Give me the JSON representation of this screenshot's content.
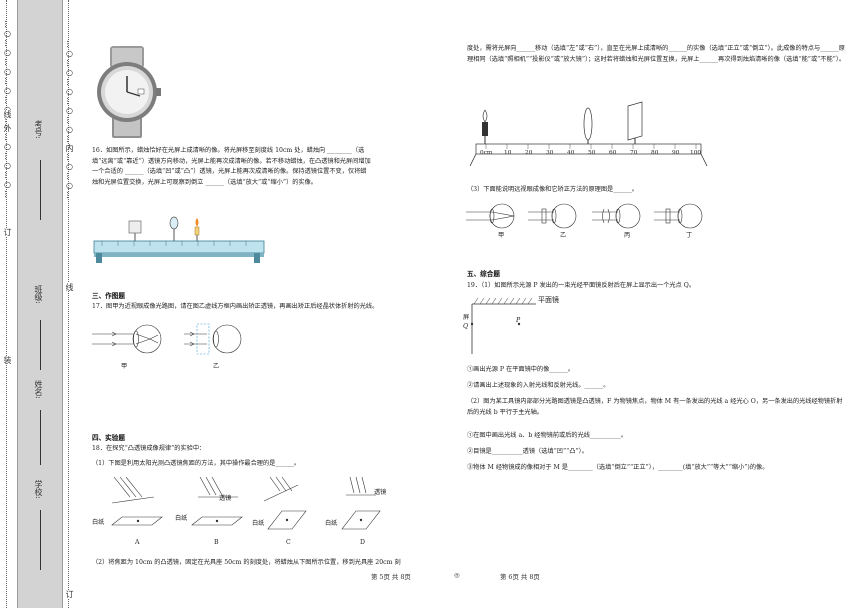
{
  "gutter": {
    "outer_text": "…○…○…○…○…○…外…○…○…○…",
    "inner_text": "…○…○…○…○…○…内…○…○…",
    "bind_labels": {
      "zhuang": "装",
      "ding": "订",
      "xian": "线"
    },
    "fields": {
      "school": "学校:",
      "name": "姓名:",
      "class": "班级:",
      "number": "考号:"
    }
  },
  "left": {
    "q16": "16．如图所示，蜡烛恰好在光屏上成清晰的像。将光屏移至刻度线 10cm 处，蜡烛向 ________（选填“远离”或“靠近”）透镜方向移动，光屏上能再次成清晰的像。若不移动蜡烛，在凸透镜和光屏间增加一个合适的 ______（选填“凹”或“凸”）透镜，光屏上能再次成清晰的像。保持透镜位置不变，仅将蜡烛和光屏位置交换，光屏上可观察到倒立 ______（选填“放大”或“缩小”）的实像。",
    "sec3": "三、作图题",
    "q17": "17．图甲为近视眼成像光路图，请在图乙虚线方框内画出矫正透镜，再画出矫正后经晶状体折射的光线。",
    "jia": "甲",
    "yi": "乙",
    "sec4": "四、实验题",
    "q18": "18．在探究“凸透镜成像规律”的实验中：",
    "q18_1": "（1）下图是利用太阳光测凸透镜焦距的方法，其中操作最合理的是______。",
    "labels_opts": [
      "A",
      "B",
      "C",
      "D"
    ],
    "lens": "透镜",
    "paper": "白纸",
    "q18_2": "（2）将焦距为 10cm 的凸透镜，固定在光具座 50cm 的刻度处，将蜡烛从下图所示位置，移到光具座 20cm 刻"
  },
  "right": {
    "cont1": "度处，需将光屏向______移动（选填“左”或“右”），直至在光屏上成清晰的______的实像（选填“正立”或“倒立”）。此成像的特点与______原理相同（选填“照相机”“投影仪”或“放大镜”）；这时若将蜡烛和光屏位置互换，光屏上______再次得到烛焰清晰的像（选填“能”或“不能”）。",
    "ruler_labels": [
      "0cm",
      "10",
      "20",
      "30",
      "40",
      "50",
      "60",
      "70",
      "80",
      "90",
      "100"
    ],
    "q18_3": "（3）下面能说明远视眼成像和它矫正方法的原理图是______。",
    "eye_labels": [
      "甲",
      "乙",
      "丙",
      "丁"
    ],
    "sec5": "五、综合题",
    "q19_1": "19．（1）如图所示光源 P 发出的一束光经平面镜反射后在屏上显示出一个光点 Q。",
    "mirror_label": "平面镜",
    "screen_label": "屏",
    "point_Q": "Q",
    "point_P": "P",
    "s1": "①画出光源 P 在平面镜中的像______。",
    "s2": "②请画出上述现象的入射光线和反射光线。______。",
    "q19_2": "（2）图为某工具镜内部部分光路图透镜是凸透镜，F 为物镜焦点，物体 M 有一条发出的光线 a 经光心 O，另一条发出的光线经物镜折射后的光线 b 平行于主光轴。",
    "s3": "①在图中画出光线 a、b 经物镜前或后的光线__________。",
    "s4": "②目镜是__________透镜（选填“凹”“凸”）。",
    "s5": "③物体 M 经物镜成的像相对于 M 是________（选填“倒立”“正立”），________(填“放大”“等大”“缩小”)的像。"
  },
  "footer": {
    "page_left": "第 5页  共 8页",
    "page_right": "第 6页  共 8页",
    "mark": "◎"
  }
}
